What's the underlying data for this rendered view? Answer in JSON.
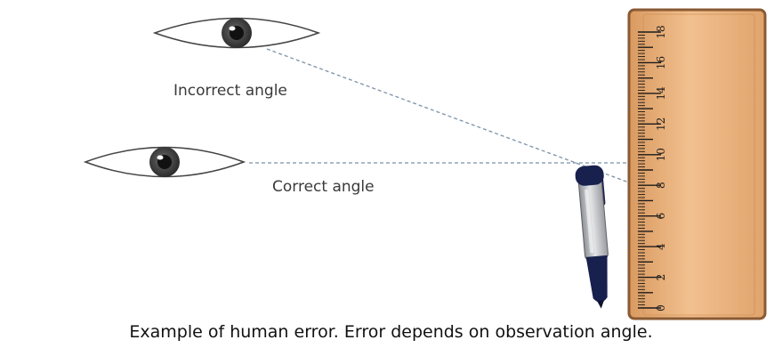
{
  "labels": {
    "incorrect": "Incorrect angle",
    "correct": "Correct angle"
  },
  "caption": "Example of human error. Error depends on observation angle.",
  "ruler": {
    "tick_labels": [
      "0",
      "2",
      "4",
      "6",
      "8",
      "10",
      "12",
      "14",
      "16",
      "18"
    ]
  },
  "colors": {
    "ruler_face": "#e7ad78",
    "ruler_edge": "#8a5a33",
    "sight_line": "#7c91a6",
    "pen_body": "#b5b7bb",
    "pen_cap": "#18204d",
    "eye_iris": "#3b3b3b"
  },
  "icons": {
    "eye_upper": "eye-icon",
    "eye_lower": "eye-icon",
    "pen": "pen-icon",
    "ruler": "ruler-icon"
  }
}
